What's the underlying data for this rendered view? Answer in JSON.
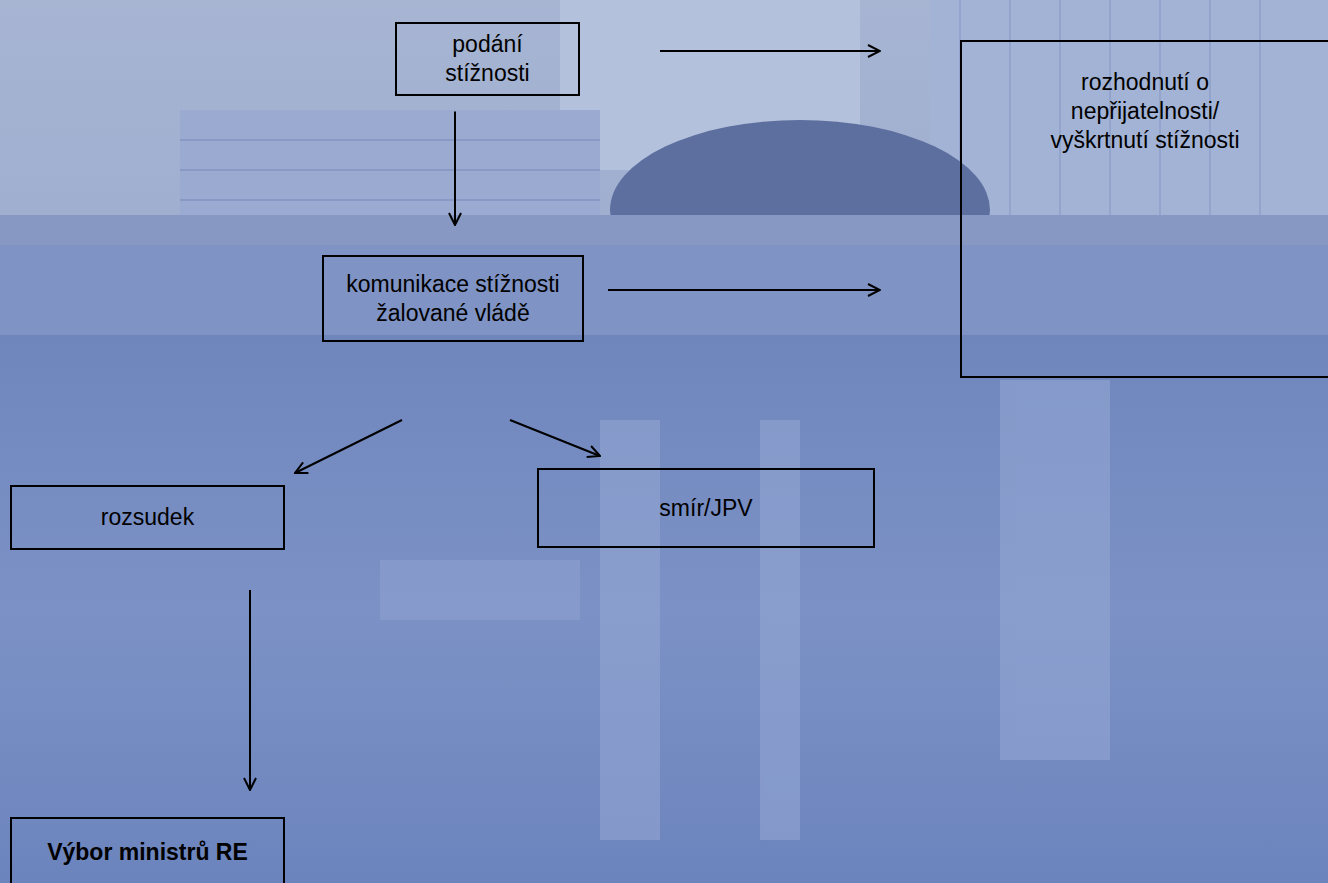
{
  "diagram": {
    "nodes": [
      {
        "text": [
          "podání stížnosti"
        ]
      },
      {
        "text": [
          "rozhodnutí o nepřijatelnosti/ vyškrtnutí stížnosti"
        ]
      },
      {
        "text": [
          "komunikace stížnosti žalované vládě"
        ]
      },
      {
        "text": [
          "rozsudek"
        ]
      },
      {
        "text": [
          "smír/JPV"
        ]
      },
      {
        "text": [
          "Výbor ministrů RE"
        ]
      }
    ],
    "edges": [
      {
        "from": 0,
        "to": 1,
        "arrow": "to"
      },
      {
        "from": 0,
        "to": 2,
        "arrow": "to"
      },
      {
        "from": 2,
        "to": 1,
        "arrow": "to"
      },
      {
        "from": 2,
        "to": 3,
        "arrow": "to"
      },
      {
        "from": 2,
        "to": 4,
        "arrow": "to"
      },
      {
        "from": 3,
        "to": 5,
        "arrow": "to"
      }
    ]
  }
}
